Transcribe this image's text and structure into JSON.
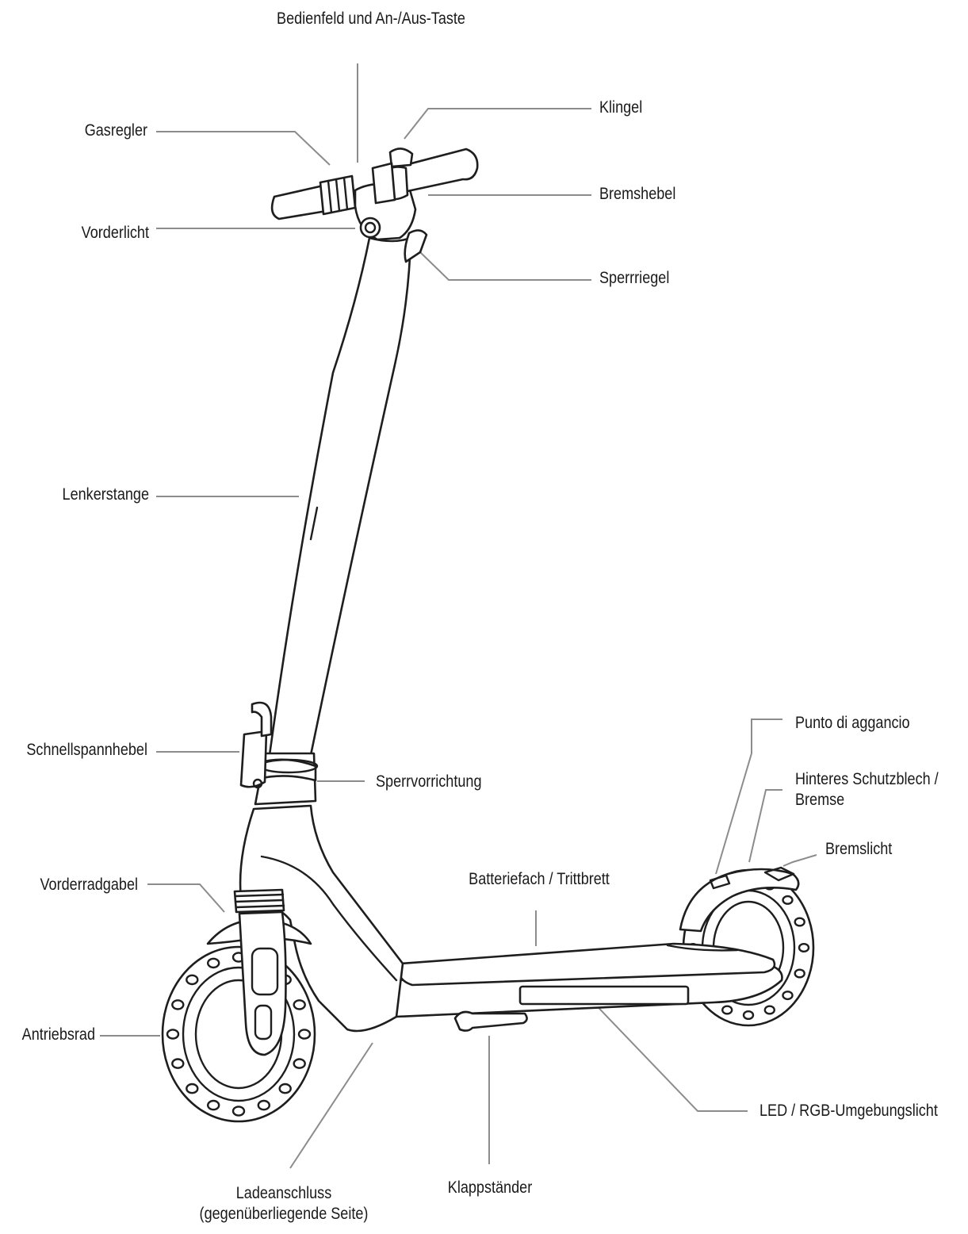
{
  "labels": {
    "bedienfeld": "Bedienfeld und An-/Aus-Taste",
    "gasregler": "Gasregler",
    "klingel": "Klingel",
    "bremshebel": "Bremshebel",
    "vorderlicht": "Vorderlicht",
    "sperrriegel": "Sperrriegel",
    "lenkerstange": "Lenkerstange",
    "schnellspannhebel": "Schnellspannhebel",
    "sperrvorrichtung": "Sperrvorrichtung",
    "punto": "Punto di aggancio",
    "schutzblech_1": "Hinteres Schutzblech /",
    "schutzblech_2": "Bremse",
    "bremslicht": "Bremslicht",
    "vorderradgabel": "Vorderradgabel",
    "batteriefach": "Batteriefach / Trittbrett",
    "antriebsrad": "Antriebsrad",
    "led": "LED / RGB-Umgebungslicht",
    "ladeanschluss_1": "Ladeanschluss",
    "ladeanschluss_2": "(gegenüberliegende Seite)",
    "klappstaender": "Klappständer"
  },
  "colors": {
    "line": "#1e1e1e",
    "leader": "#8c8c8c",
    "text": "#1a1a1a"
  }
}
